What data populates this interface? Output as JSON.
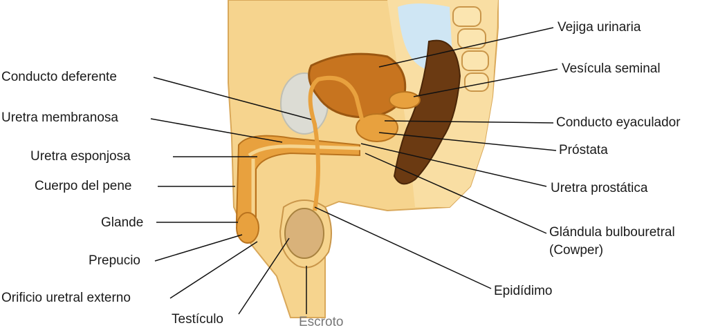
{
  "labels_left": {
    "conducto_deferente": "Conducto deferente",
    "uretra_membranosa": "Uretra membranosa",
    "uretra_esponjosa": "Uretra esponjosa",
    "cuerpo_del_pene": "Cuerpo del pene",
    "glande": "Glande",
    "prepucio": "Prepucio",
    "orificio_uretral_externo": "Orificio uretral externo"
  },
  "labels_right": {
    "vejiga_urinaria": "Vejiga urinaria",
    "vesicula_seminal": "Vesícula seminal",
    "conducto_eyaculador": "Conducto eyaculador",
    "prostata": "Próstata",
    "uretra_prostatica": "Uretra prostática",
    "glandula_bulbouretral_1": "Glándula bulbouretral",
    "glandula_bulbouretral_2": "(Cowper)",
    "epididimo": "Epidídimo"
  },
  "labels_bottom": {
    "testiculo": "Testículo",
    "escroto": "Escroto"
  },
  "colors": {
    "skin": "#f6d48e",
    "skin_light": "#fbe5b0",
    "tissue_orange": "#e8a13e",
    "bladder": "#c7741f",
    "rectum_dark": "#6b3a12",
    "bone_gray": "#d9d9d2",
    "water_blue": "#cfe6f4",
    "leader_line": "#111111"
  }
}
